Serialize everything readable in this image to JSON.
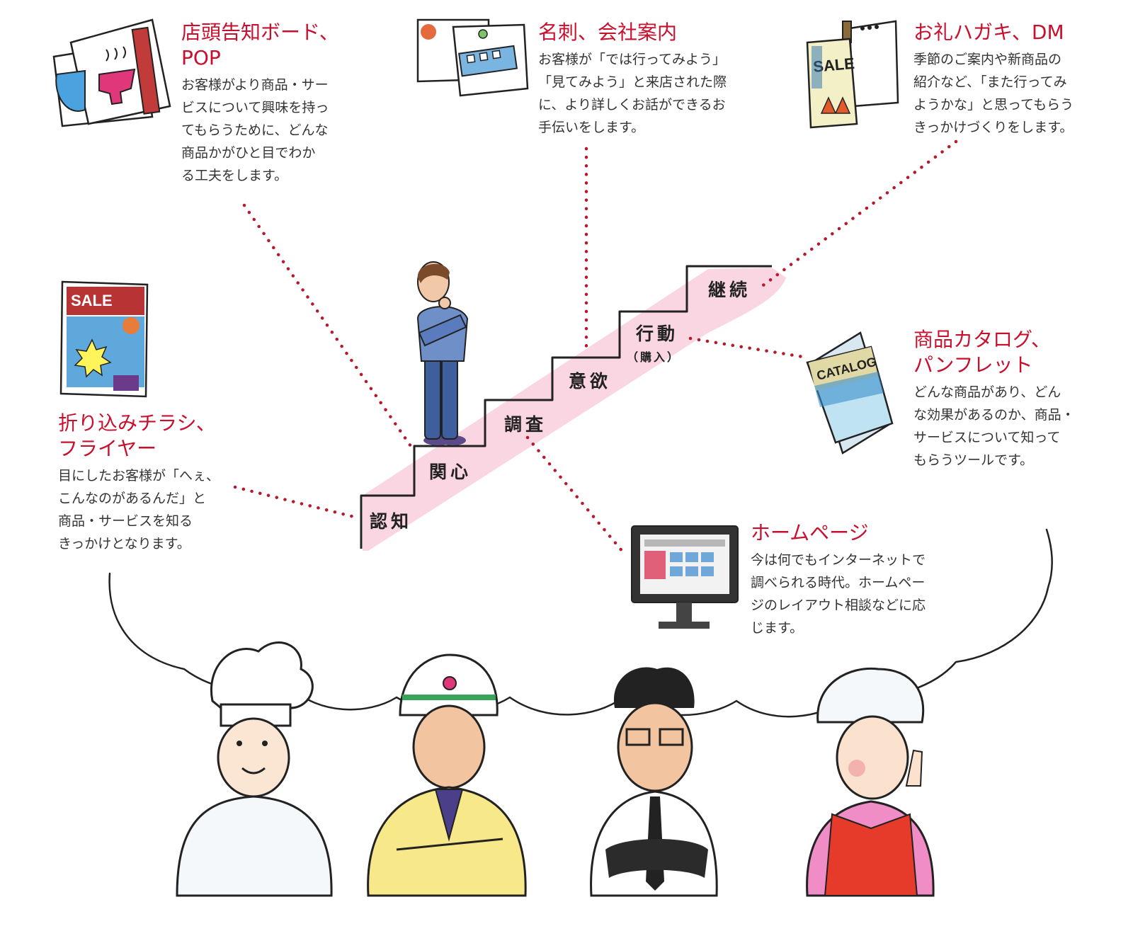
{
  "stairs": {
    "steps": [
      "認知",
      "関心",
      "調査",
      "意欲",
      "行動",
      "継続"
    ],
    "action_sub": "（購入）"
  },
  "tools": {
    "pop": {
      "title": "店頭告知ボード、\nPOP",
      "desc": "お客様がより商品・サー\nビスについて興味を持っ\nてもらうために、どんな\n商品かがひと目でわか\nる工夫をします。"
    },
    "card": {
      "title": "名刺、会社案内",
      "desc": "お客様が「では行ってみよう」\n「見てみよう」と来店された際\nに、より詳しくお話ができるお\n手伝いをします。"
    },
    "dm": {
      "title": "お礼ハガキ、DM",
      "desc": "季節のご案内や新商品の\n紹介など、「また行ってみ\nようかな」と思ってもらう\nきっかけづくりをします。"
    },
    "flyer": {
      "title": "折り込みチラシ、\nフライヤー",
      "desc": "目にしたお客様が「へぇ、\nこんなのがあるんだ」と\n商品・サービスを知る\nきっかけとなります。"
    },
    "catalog": {
      "title": "商品カタログ、\nパンフレット",
      "desc": "どんな商品があり、どん\nな効果があるのか、商品・\nサービスについて知って\nもらうツールです。",
      "icon_text": "CATALOG"
    },
    "homepage": {
      "title": "ホームページ",
      "desc": "今は何でもインターネットで\n調べられる時代。ホームペー\nジのレイアウト相談などに応\nじます。"
    }
  },
  "icons": {
    "sale_text": "SALE",
    "sale_text_2": "SALE"
  },
  "colors": {
    "title_red": "#c8102e",
    "stair_pink": "#f9d6e2",
    "dotted_red": "#b5192b"
  }
}
